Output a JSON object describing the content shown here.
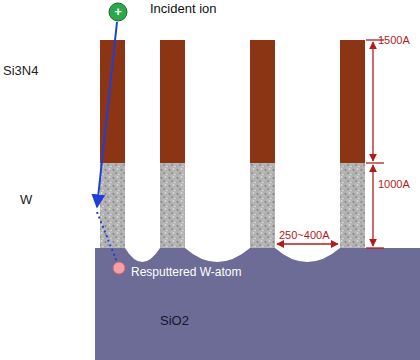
{
  "diagram": {
    "labels": [
      "+",
      "Incident ion",
      "Si3N4",
      "W",
      "1500A",
      "1000A",
      "250~400A",
      "SiO2",
      "Resputtered W-atom"
    ]
  }
}
